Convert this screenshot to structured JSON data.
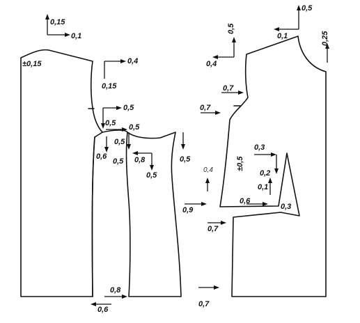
{
  "labels": {
    "l01": "0,15",
    "l02": "0,1",
    "l03": "±0,15",
    "l04": "0,4",
    "l05": "0,15",
    "l06": "0,5",
    "l07": "0,5",
    "l08": "0,5",
    "l09": "0,5",
    "l10": "0,6",
    "l11": "0,5",
    "l12": "0,8",
    "l13": "0,5",
    "l14": "0,5",
    "l15": "0,8",
    "l16": "0,6",
    "l17": "0,5",
    "l18": "0,1",
    "l19": "0,25",
    "l20": "0,5",
    "l21": "0,4",
    "l22": "0,7",
    "l23": "0,7",
    "l24": "±0,5",
    "l25": "0,3",
    "l26": "0,2",
    "l27": "0,1",
    "l28": "0,4",
    "l29": "0,9",
    "l30": "0,6",
    "l31": "0,3",
    "l32": "0,7",
    "l33": "0,7"
  }
}
